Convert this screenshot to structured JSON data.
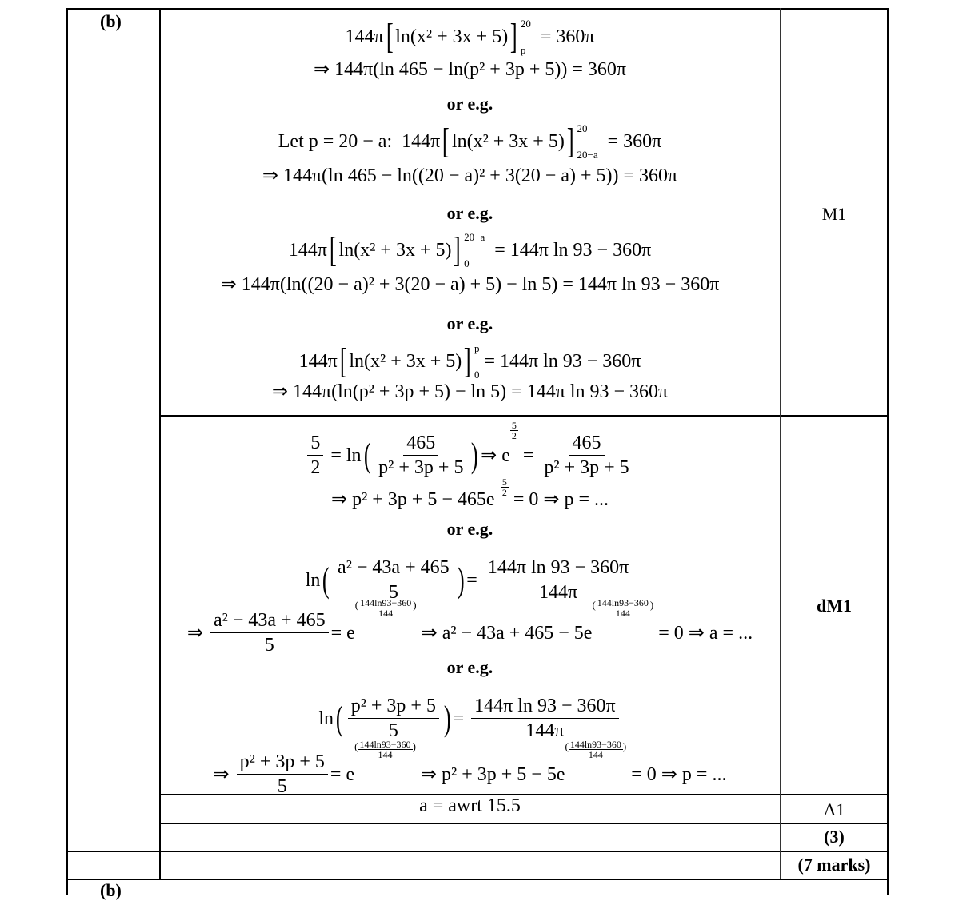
{
  "part_label": "(b)",
  "next_part_label": "(b)",
  "marks": {
    "m1": "M1",
    "dm1": "dM1",
    "a1": "A1",
    "subtotal": "(3)",
    "total": "(7 marks)"
  },
  "lines": [
    [
      {
        "t": "144π"
      },
      {
        "t": "[",
        "b": 1
      },
      {
        "t": "ln(x² + 3x + 5)"
      },
      {
        "t": "]",
        "b": 1
      },
      {
        "lim": [
          "20",
          "p"
        ]
      },
      {
        "t": "  = 360π"
      }
    ],
    [
      {
        "t": "⇒ 144π(ln 465 − ln(p² + 3p + 5)) = 360π"
      }
    ],
    [
      {
        "or": "or e.g."
      }
    ],
    [
      {
        "t": "Let p = 20 − a:  144π"
      },
      {
        "t": "[",
        "b": 1
      },
      {
        "t": "ln(x² + 3x + 5)"
      },
      {
        "t": "]",
        "b": 1
      },
      {
        "lim": [
          "20",
          "20−a"
        ]
      },
      {
        "t": "  = 360π"
      }
    ],
    [
      {
        "t": "⇒ 144π(ln 465 − ln((20 − a)² + 3(20 − a) + 5)) = 360π"
      }
    ],
    [
      {
        "or": "or e.g."
      }
    ],
    [
      {
        "t": "144π"
      },
      {
        "t": "[",
        "b": 1
      },
      {
        "t": "ln(x² + 3x + 5)"
      },
      {
        "t": "]",
        "b": 1
      },
      {
        "lim": [
          "20−a",
          "0"
        ]
      },
      {
        "t": "  = 144π ln 93 − 360π"
      }
    ],
    [
      {
        "t": "⇒ 144π(ln((20 − a)² + 3(20 − a) + 5) − ln 5) = 144π ln 93 − 360π"
      }
    ],
    [
      {
        "or": "or e.g."
      }
    ],
    [
      {
        "t": "144π"
      },
      {
        "t": "[",
        "b": 1
      },
      {
        "t": "ln(x² + 3x + 5)"
      },
      {
        "t": "]",
        "b": 1
      },
      {
        "lim": [
          "p",
          "0"
        ]
      },
      {
        "t": " = 144π ln 93 − 360π"
      }
    ],
    [
      {
        "t": "⇒ 144π(ln(p² + 3p + 5) − ln 5) = 144π ln 93 − 360π"
      }
    ],
    [
      {
        "f": [
          "5",
          "2"
        ]
      },
      {
        "t": " = ln"
      },
      {
        "t": "(",
        "b": 1
      },
      {
        "f": [
          "465",
          "p² + 3p + 5"
        ]
      },
      {
        "t": ")",
        "b": 1
      },
      {
        "t": "⇒ e"
      },
      {
        "sf": [
          "5",
          "2"
        ]
      },
      {
        "t": " = "
      },
      {
        "f": [
          "465",
          "p² + 3p + 5"
        ]
      }
    ],
    [
      {
        "t": "⇒ p² + 3p + 5 − 465e"
      },
      {
        "sup": "−"
      },
      {
        "sf": [
          "5",
          "2"
        ]
      },
      {
        "t": " = 0 ⇒ p = ..."
      }
    ],
    [
      {
        "or": "or e.g."
      }
    ],
    [
      {
        "t": "ln"
      },
      {
        "t": "(",
        "b": 1
      },
      {
        "f": [
          "a² − 43a + 465",
          "5"
        ]
      },
      {
        "t": ")",
        "b": 1
      },
      {
        "t": "= "
      },
      {
        "f": [
          "144π ln 93 − 360π",
          "144π"
        ]
      }
    ],
    [
      {
        "t": "⇒ "
      },
      {
        "f": [
          "a² − 43a + 465",
          "5"
        ]
      },
      {
        "t": "= e"
      },
      {
        "sup": "("
      },
      {
        "sf": [
          "144ln93−360",
          "144"
        ]
      },
      {
        "sup": ")"
      },
      {
        "t": " ⇒ a² − 43a + 465 − 5e"
      },
      {
        "sup": "("
      },
      {
        "sf": [
          "144ln93−360",
          "144"
        ]
      },
      {
        "sup": ")"
      },
      {
        "t": " = 0 ⇒ a = ..."
      }
    ],
    [
      {
        "or": "or e.g."
      }
    ],
    [
      {
        "t": "ln"
      },
      {
        "t": "(",
        "b": 1
      },
      {
        "f": [
          "p² + 3p + 5",
          "5"
        ]
      },
      {
        "t": ")",
        "b": 1
      },
      {
        "t": "= "
      },
      {
        "f": [
          "144π ln 93 − 360π",
          "144π"
        ]
      }
    ],
    [
      {
        "t": "⇒ "
      },
      {
        "f": [
          "p² + 3p + 5",
          "5"
        ]
      },
      {
        "t": "= e"
      },
      {
        "sup": "("
      },
      {
        "sf": [
          "144ln93−360",
          "144"
        ]
      },
      {
        "sup": ")"
      },
      {
        "t": " ⇒ p² + 3p + 5 − 5e"
      },
      {
        "sup": "("
      },
      {
        "sf": [
          "144ln93−360",
          "144"
        ]
      },
      {
        "sup": ")"
      },
      {
        "t": " = 0 ⇒ p = ..."
      }
    ],
    [
      {
        "t": "a = awrt 15.5"
      }
    ]
  ]
}
